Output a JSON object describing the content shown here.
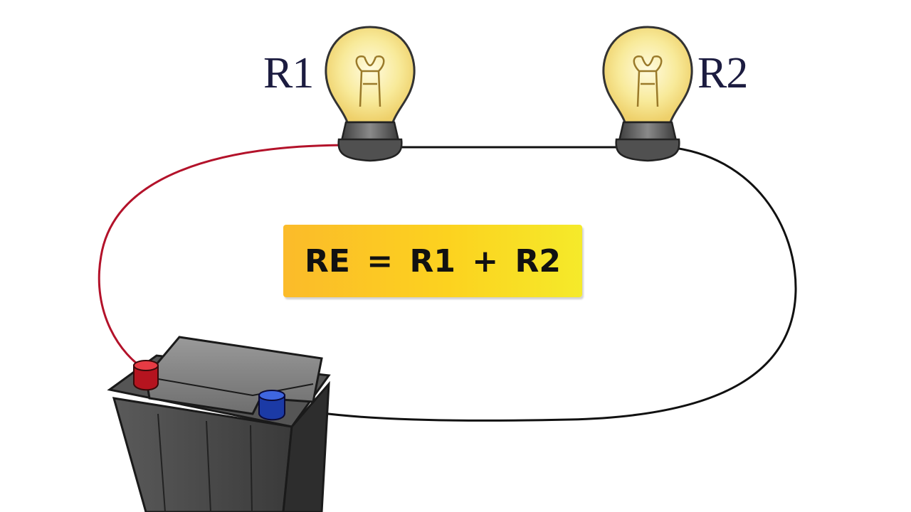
{
  "labels": {
    "bulb_left": "R1",
    "bulb_right": "R2"
  },
  "formula": "RE = R1 + R2",
  "colors": {
    "positive_wire": "#b3122a",
    "negative_wire": "#111111",
    "positive_terminal": "#d61f2c",
    "negative_terminal": "#1d43b8",
    "formula_box": "#fcd21f",
    "bulb_glass": "#f8e88a",
    "battery_body": "#3d3d3d"
  },
  "icons": [
    "light-bulb-icon",
    "battery-icon"
  ]
}
